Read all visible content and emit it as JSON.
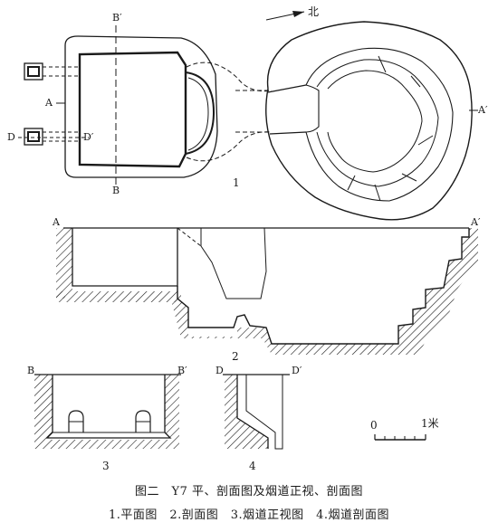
{
  "labels": {
    "north": "北",
    "plan_a_left": "A",
    "plan_a_right": "A′",
    "plan_b_top": "B′",
    "plan_b_bottom": "B",
    "plan_d_left": "D",
    "plan_d_right": "D′",
    "sec_a_left": "A",
    "sec_a_right": "A′",
    "sec_b_left": "B",
    "sec_b_right": "B′",
    "sec_d_left": "D",
    "sec_d_right": "D′",
    "scale_zero": "0",
    "scale_one": "1米"
  },
  "figure_numbers": [
    "1",
    "2",
    "3",
    "4"
  ],
  "caption": {
    "title": "图二　Y7 平、剖面图及烟道正视、剖面图",
    "subtitle": "1.平面图　2.剖面图　3.烟道正视图　4.烟道剖面图"
  }
}
